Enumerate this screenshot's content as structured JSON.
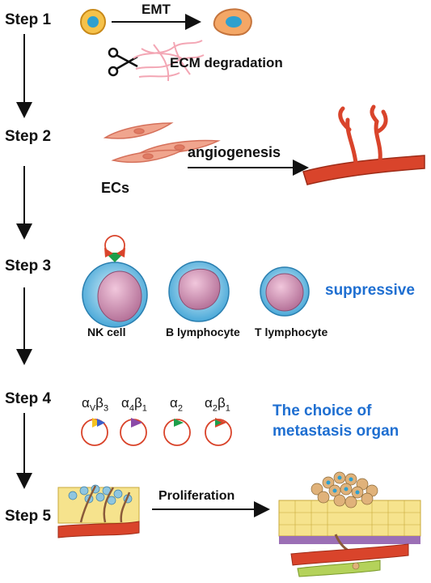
{
  "steps": [
    {
      "label": "Step 1"
    },
    {
      "label": "Step 2"
    },
    {
      "label": "Step 3"
    },
    {
      "label": "Step 4"
    },
    {
      "label": "Step 5"
    }
  ],
  "step1": {
    "emt": "EMT",
    "ecm": "ECM degradation"
  },
  "step2": {
    "angiogenesis": "angiogenesis",
    "ecs": "ECs"
  },
  "step3": {
    "cells": [
      "NK cell",
      "B lymphocyte",
      "T lymphocyte"
    ],
    "status": "suppressive"
  },
  "step4": {
    "integrins": [
      {
        "a": "α",
        "asub": "V",
        "b": "β",
        "bsub": "3"
      },
      {
        "a": "α",
        "asub": "4",
        "b": "β",
        "bsub": "1"
      },
      {
        "a": "α",
        "asub": "2",
        "b": "",
        "bsub": ""
      },
      {
        "a": "α",
        "asub": "2",
        "b": "β",
        "bsub": "1"
      }
    ],
    "caption_line1": "The choice of",
    "caption_line2": "metastasis organ"
  },
  "step5": {
    "proliferation": "Proliferation"
  },
  "colors": {
    "accent_blue": "#1f6fd1",
    "vessel_red": "#d9442b",
    "cell_blue": "#3aa6d6",
    "nucleus_pink": "#c98ab0"
  }
}
